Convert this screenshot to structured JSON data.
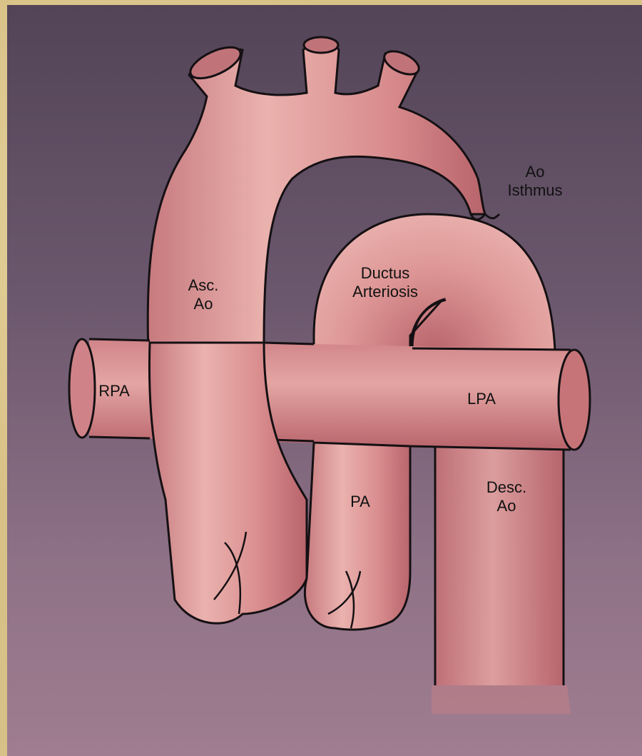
{
  "labels": {
    "ao_isthmus": "Ao\nIsthmus",
    "asc_ao": "Asc.\nAo",
    "ductus": "Ductus\nArteriosis",
    "rpa": "RPA",
    "lpa": "LPA",
    "pa": "PA",
    "desc_ao": "Desc.\nAo"
  },
  "colors": {
    "vessel": "#d98d8e",
    "vessel_highlight": "#eab2ae",
    "vessel_shadow": "#b8646b",
    "outline": "#151013",
    "background_top": "#534457",
    "background_bottom": "#a07d90"
  }
}
